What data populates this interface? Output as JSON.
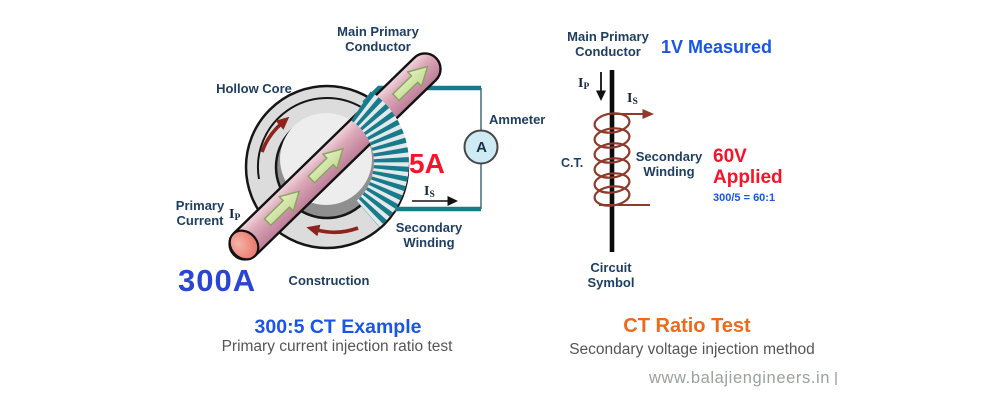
{
  "left": {
    "main_conductor": [
      "Main Primary",
      "Conductor"
    ],
    "hollow_core": "Hollow Core",
    "primary_current": [
      "Primary",
      "Current"
    ],
    "ip": {
      "base": "I",
      "sub": "P"
    },
    "primary_value": "300A",
    "construction": "Construction",
    "secondary_value": "5A",
    "ammeter_label": "Ammeter",
    "ammeter_symbol": "A",
    "is": {
      "base": "I",
      "sub": "S"
    },
    "secondary_winding": [
      "Secondary",
      "Winding"
    ],
    "title": "300:5 CT Example",
    "subtitle": "Primary current injection ratio test"
  },
  "right": {
    "main_conductor": [
      "Main Primary",
      "Conductor"
    ],
    "measured": "1V Measured",
    "ip": {
      "base": "I",
      "sub": "P"
    },
    "is": {
      "base": "I",
      "sub": "S"
    },
    "ct_label": "C.T.",
    "secondary_winding": [
      "Secondary",
      "Winding"
    ],
    "applied": [
      "60V",
      "Applied"
    ],
    "ratio_note": "300/5 = 60:1",
    "circuit_symbol": [
      "Circuit",
      "Symbol"
    ],
    "title": "CT Ratio Test",
    "subtitle": "Secondary voltage injection method"
  },
  "watermark": "www.balajiengineers.in",
  "colors": {
    "label_navy": "#1f3e63",
    "value_blue": "#2a44d4",
    "title_blue": "#1a55e8",
    "value_red": "#f6142a",
    "title_orange": "#ed6a1d",
    "caption_gray": "#565656",
    "watermark_gray": "#9ba19d",
    "wire_teal": "#187b8c",
    "coil_brick": "#8f3a2b",
    "flux_red": "#8e231c",
    "core_gray": "#dcdcdc",
    "rod_pink": "#dba6b6",
    "arrow_green": "#cfe3a5",
    "ammeter_fill": "#cdeaf5"
  }
}
